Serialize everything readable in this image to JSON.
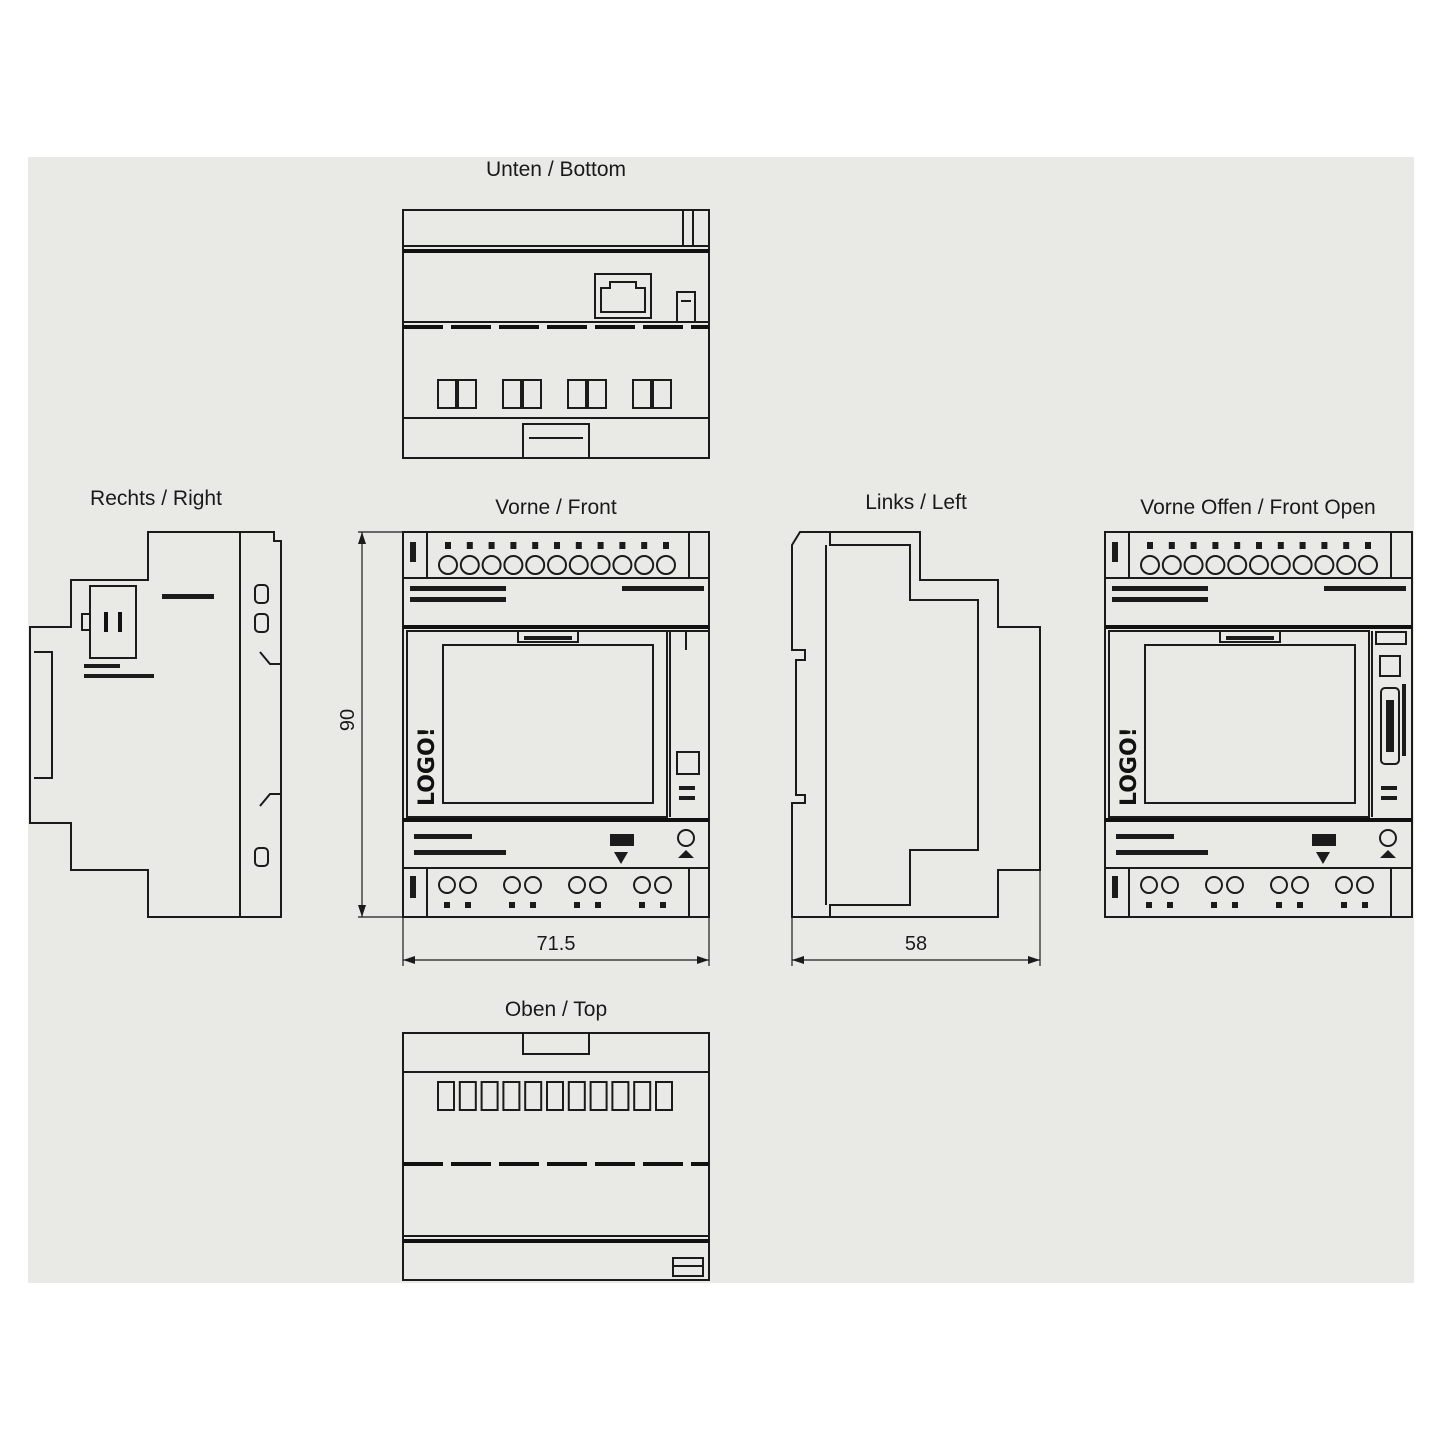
{
  "views": {
    "bottom": "Unten / Bottom",
    "right": "Rechts / Right",
    "front": "Vorne / Front",
    "left": "Links / Left",
    "front_open": "Vorne Offen / Front Open",
    "top": "Oben / Top"
  },
  "dimensions": {
    "height": "90",
    "width_front": "71.5",
    "depth": "58"
  },
  "device": {
    "logo": "LOGO!"
  }
}
